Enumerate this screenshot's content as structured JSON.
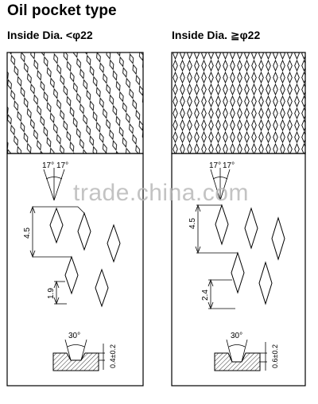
{
  "title": "Oil pocket type",
  "panels": [
    {
      "heading": "Inside Dia. <φ22",
      "angle_left": "17°",
      "angle_right": "17°",
      "dim_pitch": "4.5",
      "dim_width": "1.9",
      "groove_angle": "30°",
      "groove_depth": "0.4±0.2"
    },
    {
      "heading": "Inside Dia. ≧φ22",
      "angle_left": "17°",
      "angle_right": "17°",
      "dim_pitch": "4.5",
      "dim_width": "2.4",
      "groove_angle": "30°",
      "groove_depth": "0.6±0.2"
    }
  ],
  "watermark": "trade.china.com"
}
